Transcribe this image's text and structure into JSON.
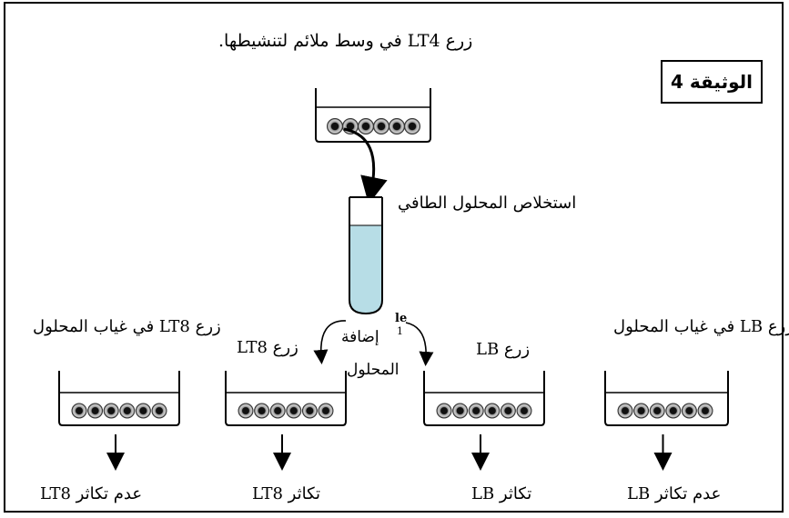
{
  "document_label": "الوثيقة 4",
  "top_caption": "زرع LT4 في وسط ملائم لتنشيطها.",
  "extraction_label": "استخلاص المحلول الطافي",
  "addition_label_line1": "إضافة",
  "addition_label_line2": "المحلول",
  "stray_mark_1": "le",
  "stray_mark_2": "1",
  "cultures": [
    {
      "heading": "زرع LT8 في غياب المحلول",
      "result": "عدم تكاثر LT8"
    },
    {
      "heading": "زرع LT8",
      "result": "تكاثر LT8"
    },
    {
      "heading": "زرع LB",
      "result": "تكاثر LB"
    },
    {
      "heading": "زرع LB في غياب المحلول",
      "result": "عدم تكاثر LB"
    }
  ],
  "colors": {
    "liquid": "#b7dde6",
    "cell_core": "#2a2a2a",
    "cell_ring": "#8a8a8a"
  }
}
